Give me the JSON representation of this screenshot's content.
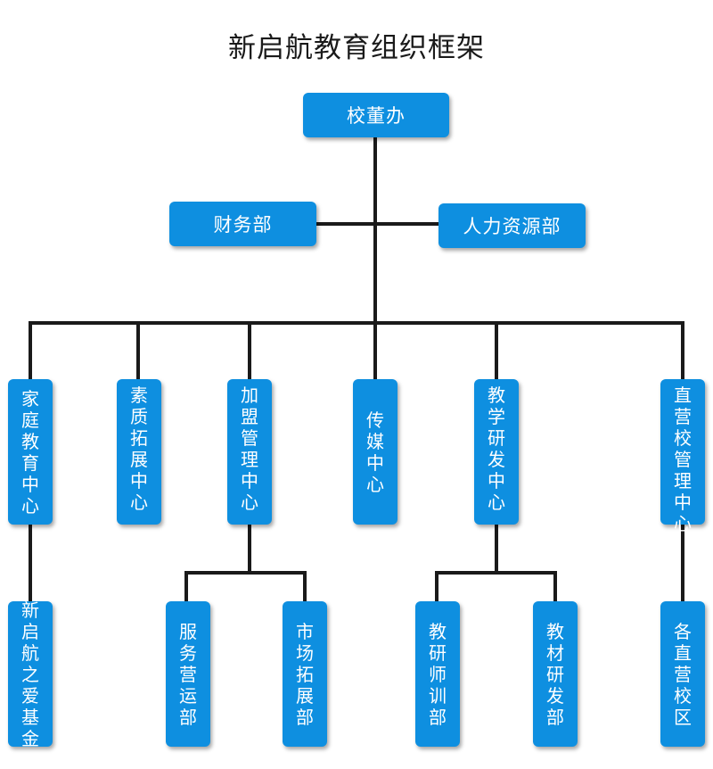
{
  "title": "新启航教育组织框架",
  "nodes": {
    "root": "校董办",
    "finance": "财务部",
    "hr": "人力资源部",
    "family": "家庭教育中心",
    "quality": "素质拓展中心",
    "franchise": "加盟管理中心",
    "media": "传媒中心",
    "teaching": "教学研发中心",
    "campus": "直营校管理中心",
    "fund": "新启航之爱基金",
    "service": "服务营运部",
    "market": "市场拓展部",
    "training": "教研师训部",
    "materials": "教材研发部",
    "schools": "各直营校区"
  },
  "colors": {
    "box": "#0e8fe0",
    "line": "#1a1a1a",
    "text": "#ffffff"
  }
}
